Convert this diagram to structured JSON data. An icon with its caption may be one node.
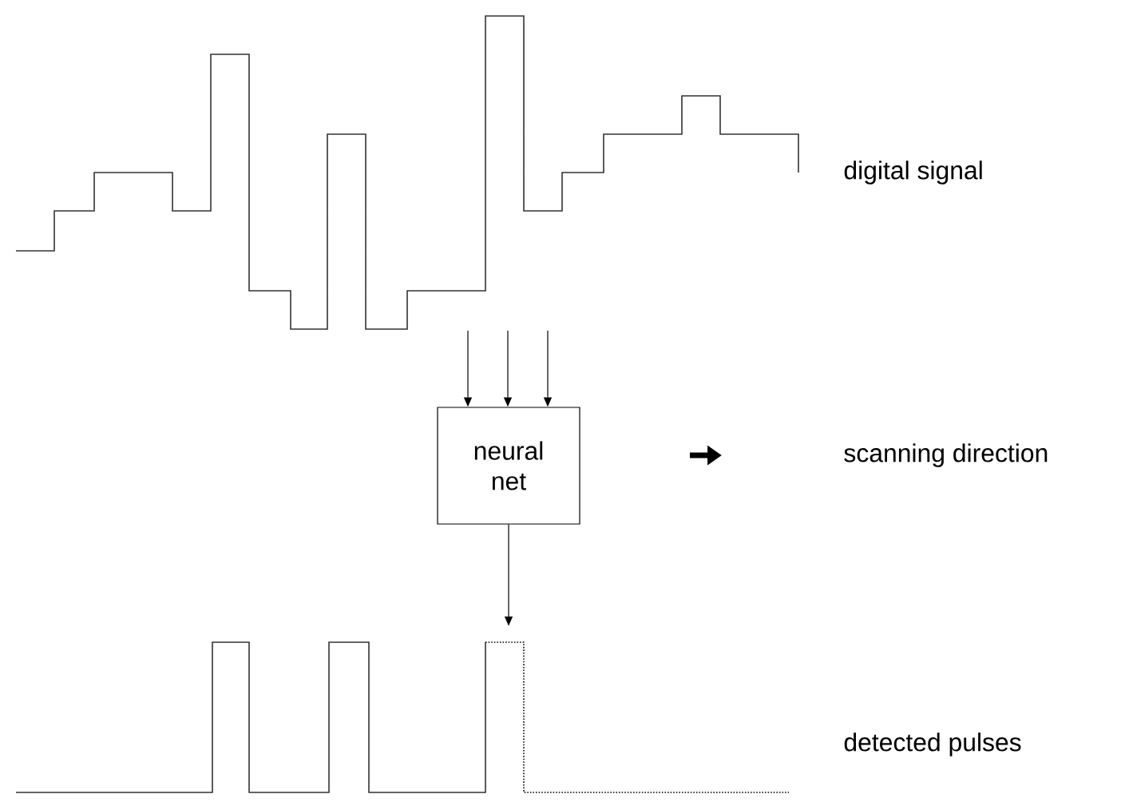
{
  "diagram": {
    "nodes": [
      {
        "text": [
          "neural net"
        ]
      },
      {
        "text": [],
        "shape": "picture"
      }
    ],
    "edges": [
      {
        "from": null,
        "to": 0,
        "arrow": "to"
      },
      {
        "from": null,
        "to": 0,
        "arrow": "to"
      },
      {
        "from": null,
        "to": 0,
        "arrow": "to"
      },
      {
        "from": 0,
        "to": 1,
        "arrow": "to"
      }
    ],
    "labels": [
      "digital signal",
      "scanning direction",
      "detected pulses"
    ]
  }
}
